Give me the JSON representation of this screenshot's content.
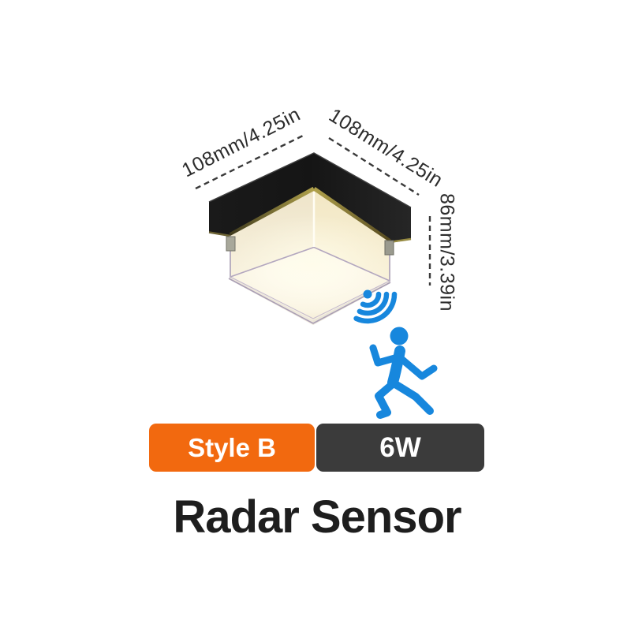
{
  "figure": {
    "width_label": "108mm/4.25in",
    "depth_label": "108mm/4.25in",
    "height_label": "86mm/3.39in"
  },
  "badges": {
    "style_label": "Style B",
    "power_label": "6W"
  },
  "title": "Radar Sensor",
  "icons": {
    "radar_waves": "radar-waves",
    "running_person": "running-person"
  },
  "colors": {
    "badge_orange": "#F2690F",
    "badge_dark": "#3B3B3B",
    "sensor_blue": "#1787DD",
    "title_text": "#1E1E1E",
    "dimension_text": "#2C2C2C",
    "lamp_glow_warm": "#F6EFD9"
  }
}
